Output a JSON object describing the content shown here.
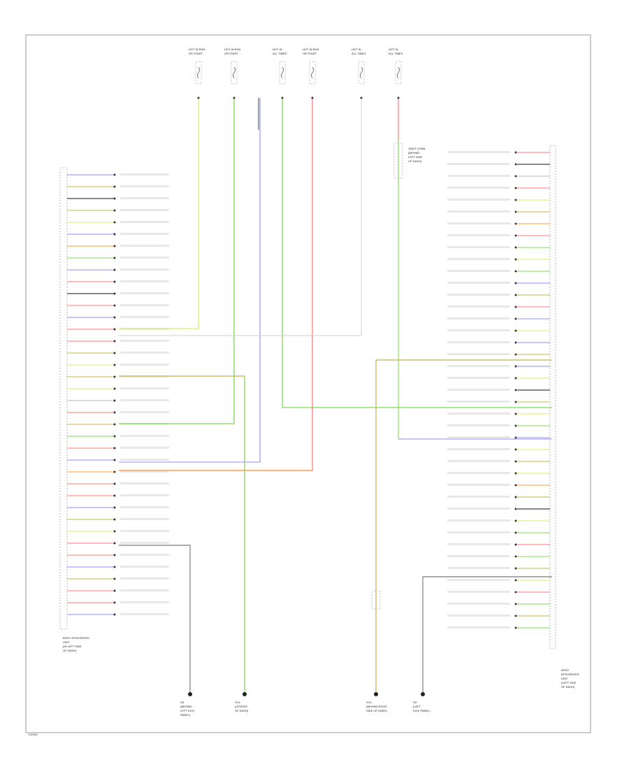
{
  "diagram": {
    "footer_code": "CW3A2",
    "left_connector_label": [
      "BODY INTEGRATED",
      "UNIT",
      "(IN LEFT SIDE",
      "OF DASH)"
    ],
    "right_connector_label": [
      "BODY",
      "INTEGRATED",
      "UNIT",
      "(LEFT SIDE",
      "OF DASH)"
    ],
    "grounds": [
      {
        "label": [
          "G6",
          "(BEHIND",
          "LEFT KICK",
          "PANEL)"
        ]
      },
      {
        "label": [
          "G14",
          "(CENTER",
          "OF DASH)"
        ]
      },
      {
        "label": [
          "G13",
          "(BEHIND RIGHT",
          "SIDE OF DASH)"
        ]
      },
      {
        "label": [
          "G5",
          "(LEFT",
          "KICK PANEL)"
        ]
      }
    ],
    "fuse_labels": [
      {
        "label": [
          "HOT IN RUN",
          "OR START"
        ]
      },
      {
        "label": [
          "HOT IN RUN",
          "OR START"
        ]
      },
      {
        "label": [
          "HOT IN",
          "ALL TIMES"
        ]
      },
      {
        "label": [
          "HOT IN RUN",
          "OR START"
        ]
      },
      {
        "label": [
          "HOT IN",
          "ALL TIMES"
        ]
      },
      {
        "label": [
          "HOT IN",
          "ALL TIMES"
        ]
      }
    ],
    "relay_label": [
      "JOINT CONN.",
      "(BEHIND",
      "LEFT SIDE",
      "OF DASH)"
    ],
    "wire_colors": {
      "green": "#7ed957",
      "yellow_green": "#d7ef6b",
      "red": "#ff7a7a",
      "blue": "#8c8cff",
      "orange": "#ff9a3c",
      "olive": "#c8b050",
      "black": "#111111",
      "grey": "#bbbbbb"
    }
  }
}
